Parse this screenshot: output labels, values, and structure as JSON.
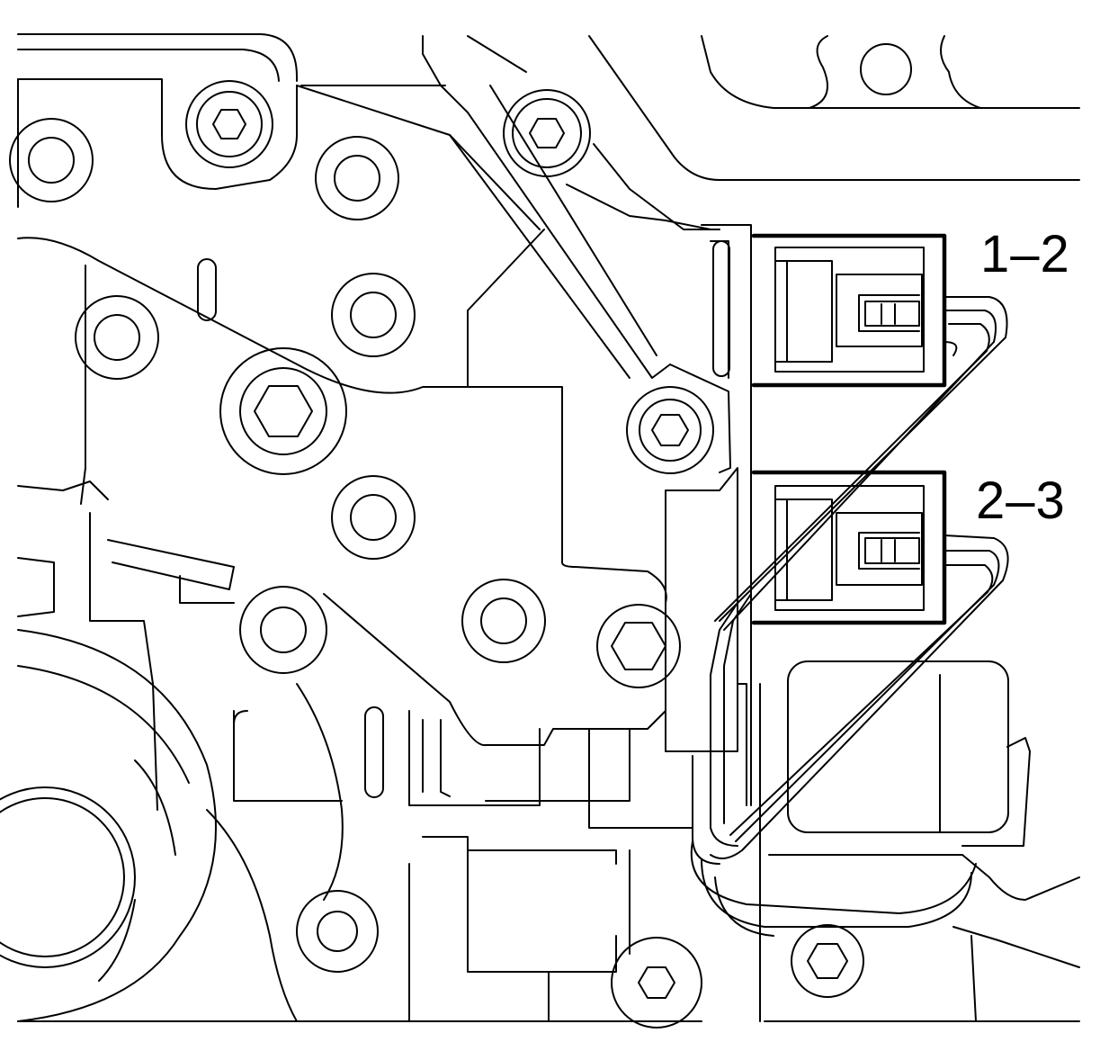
{
  "figure": {
    "callouts": [
      {
        "id": "solenoid-1-2",
        "text": "1–2"
      },
      {
        "id": "solenoid-2-3",
        "text": "2–3"
      }
    ],
    "colors": {
      "line": "#000000",
      "background": "#ffffff"
    }
  }
}
